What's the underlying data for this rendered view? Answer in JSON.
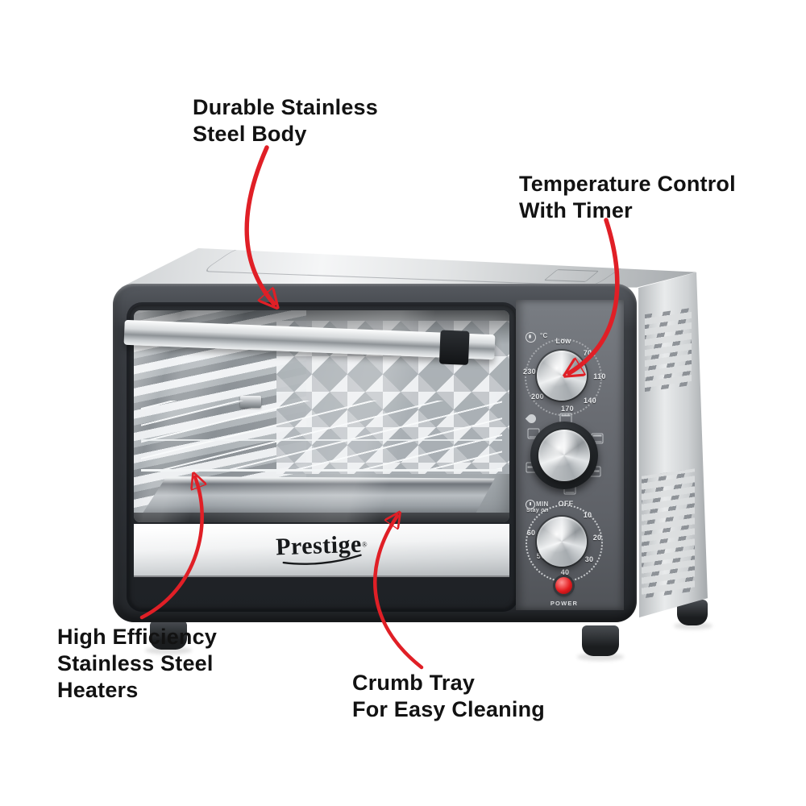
{
  "annotations": {
    "body": {
      "lines": [
        "Durable Stainless",
        "Steel Body"
      ]
    },
    "temperature": {
      "lines": [
        "Temperature Control",
        "With Timer"
      ]
    },
    "heaters": {
      "lines": [
        "High Efficiency",
        "Stainless Steel",
        "Heaters"
      ]
    },
    "crumb_tray": {
      "lines": [
        "Crumb Tray",
        "For Easy Cleaning"
      ]
    }
  },
  "oven": {
    "brand": "Prestige",
    "brand_mark": "®",
    "control_panel": {
      "temperature_dial": {
        "unit": "°C",
        "labels": [
          "Low",
          "70",
          "110",
          "140",
          "170",
          "200",
          "230"
        ]
      },
      "timer_dial": {
        "unit": "MIN",
        "stay_on": "Stay on",
        "labels": [
          "OFF",
          "10",
          "20",
          "30",
          "40",
          "50",
          "60"
        ]
      },
      "power_label": "POWER"
    }
  },
  "colors": {
    "callout_red": "#e01f26",
    "label_text": "#121212",
    "body_charcoal": "#3a3d42",
    "steel_silver": "#e8eaec",
    "panel_gray": "#65686e"
  }
}
